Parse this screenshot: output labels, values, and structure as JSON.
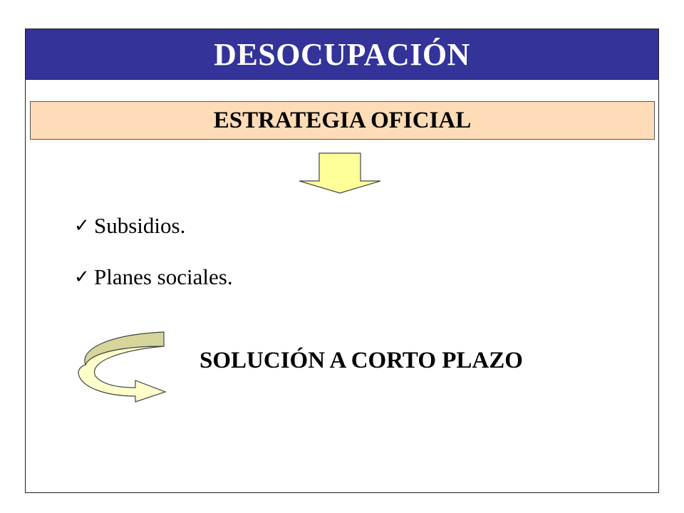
{
  "slide": {
    "title": "DESOCUPACIÓN",
    "subtitle": "ESTRATEGIA OFICIAL",
    "bullets": [
      {
        "text": "Subsidios."
      },
      {
        "text": "Planes sociales."
      }
    ],
    "conclusion": "SOLUCIÓN A CORTO PLAZO"
  },
  "icons": {
    "down_arrow": "down-arrow-icon",
    "check": "check-mark-icon",
    "curved_arrow": "u-turn-arrow-icon"
  },
  "colors": {
    "title_bg": "#333399",
    "title_text": "#ffffff",
    "subtitle_bg": "#ffdcb8",
    "arrow_fill": "#ffff99",
    "curved_arrow_fill": "#d6d69c",
    "curved_arrow_light": "#ffffcc"
  }
}
